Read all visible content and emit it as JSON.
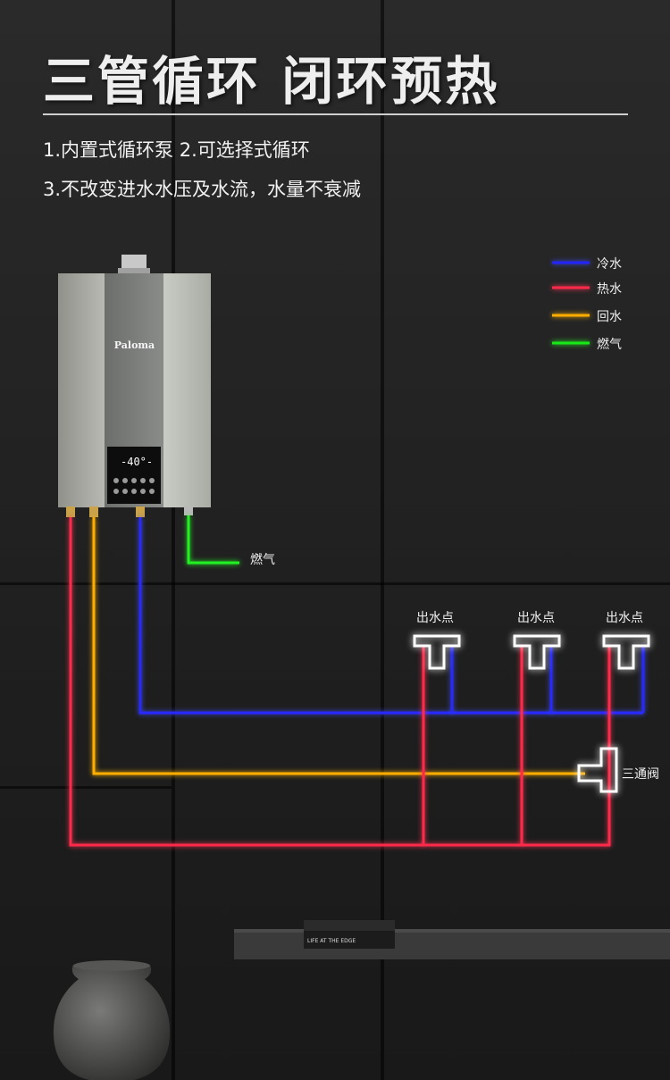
{
  "title": "三管循环 闭环预热",
  "features": {
    "line1": "1.内置式循环泵   2.可选择式循环",
    "line2": "3.不改变进水水压及水流，水量不衰减"
  },
  "legend": [
    {
      "label": "冷水",
      "color": "#2424ff"
    },
    {
      "label": "热水",
      "color": "#ff2a4a"
    },
    {
      "label": "回水",
      "color": "#ffae00"
    },
    {
      "label": "燃气",
      "color": "#18e818"
    }
  ],
  "heater": {
    "brand": "Paloma",
    "display_temp": "-40°-"
  },
  "labels": {
    "gas": "燃气",
    "outlet_1": "出水点",
    "outlet_2": "出水点",
    "outlet_3": "出水点",
    "valve": "三通阀"
  },
  "decor": {
    "book_title": "LIFE AT THE EDGE"
  }
}
